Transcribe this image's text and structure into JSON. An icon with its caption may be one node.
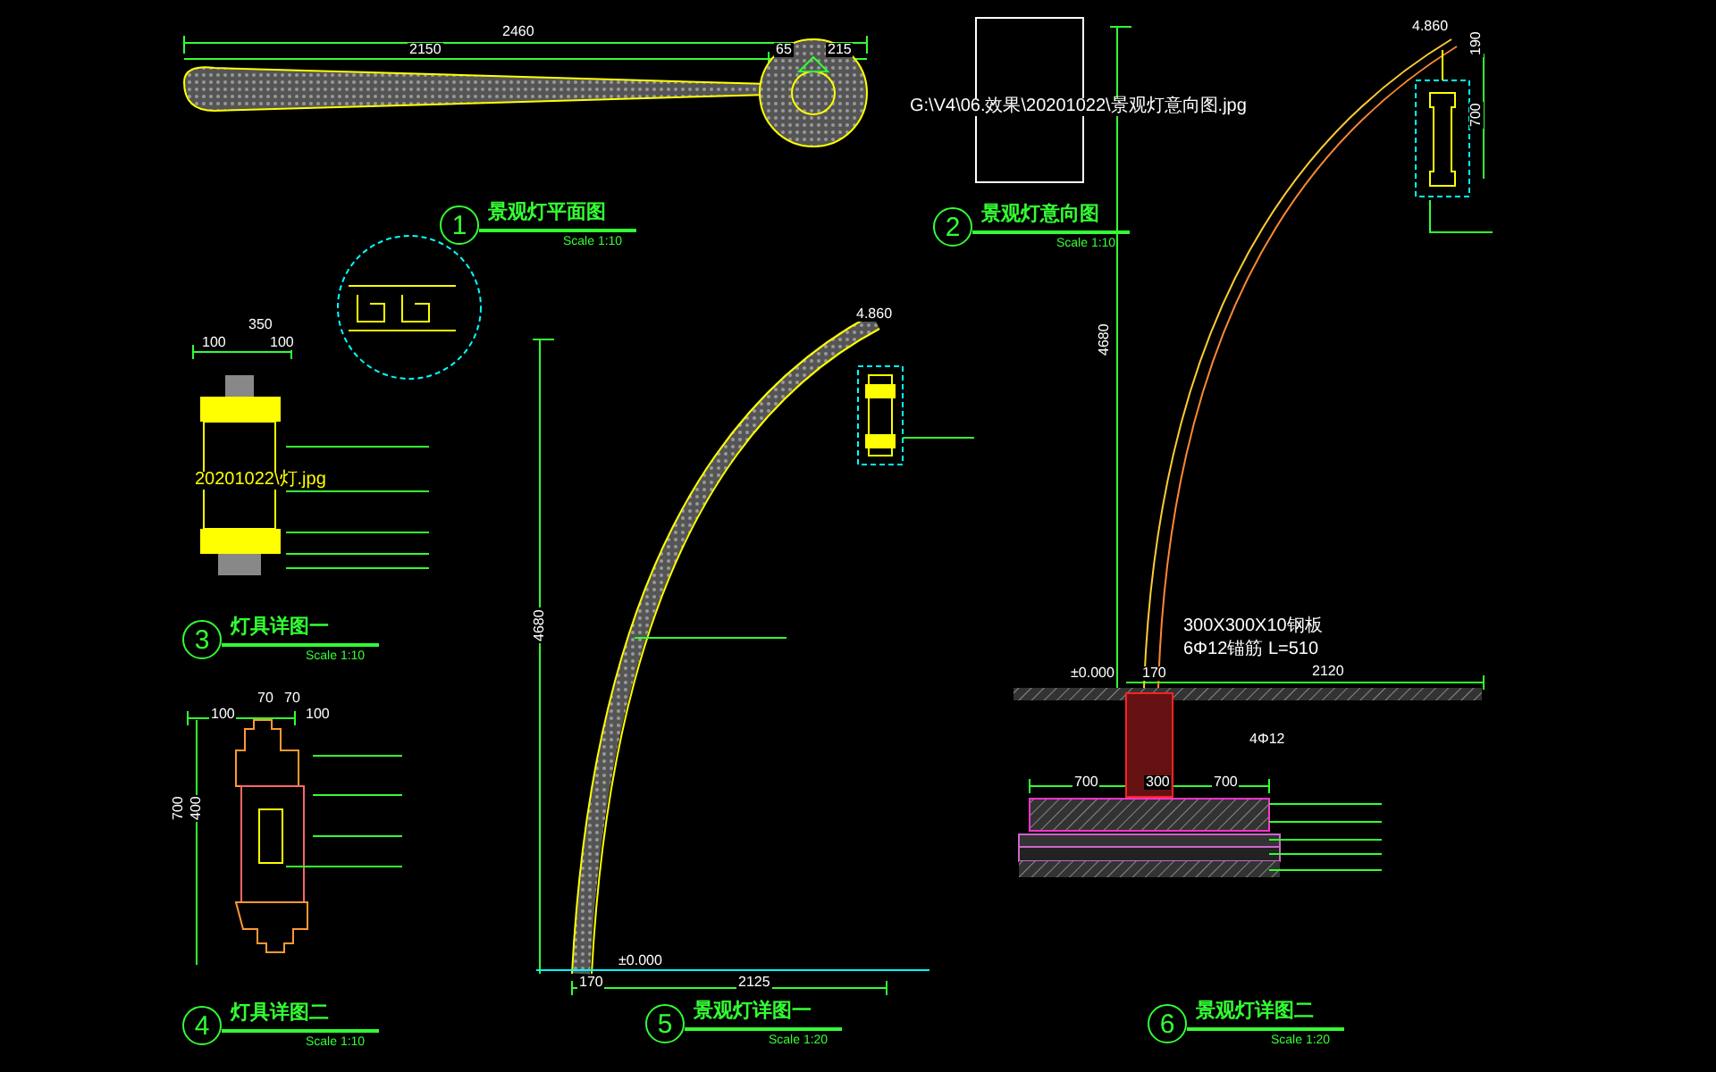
{
  "diagram": {
    "nodes": [
      {
        "text": [
          "1"
        ],
        "beside": [
          "景观灯平面图",
          "Scale 1:10"
        ]
      },
      {
        "text": [
          "2"
        ],
        "beside": [
          "景观灯意向图",
          "Scale 1:10"
        ]
      },
      {
        "text": [
          "3"
        ],
        "beside": [
          "灯具详图一",
          "Scale 1:10"
        ]
      },
      {
        "text": [
          "4"
        ],
        "beside": [
          "灯具详图二",
          "Scale 1:10"
        ]
      },
      {
        "text": [
          "5"
        ],
        "beside": [
          "景观灯详图一",
          "Scale 1:20"
        ]
      },
      {
        "text": [
          "6"
        ],
        "beside": [
          "景观灯详图二",
          "Scale 1:20"
        ]
      }
    ],
    "labels": [
      "2460",
      "2150",
      "65",
      "215",
      "350",
      "100",
      "100",
      "20201022\\灯.jpg",
      "70",
      "70",
      "100",
      "100",
      "700",
      "400",
      "4.860",
      "4680",
      "±0.000",
      "170",
      "2125",
      "G:\\V4\\06.效果\\20201022\\景观灯意向图.jpg",
      "4.860",
      "190",
      "700",
      "4680",
      "300X300X10钢板",
      "6Φ12锚筋 L=510",
      "±0.000",
      "170",
      "2120",
      "4Φ12",
      "700",
      "300",
      "700"
    ]
  }
}
